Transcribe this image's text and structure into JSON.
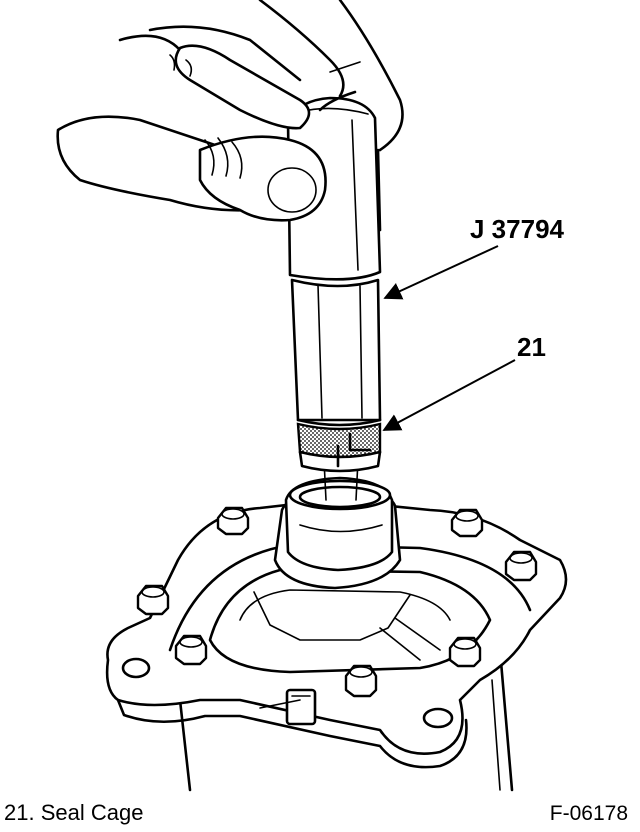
{
  "figure": {
    "tool_callout": "J 37794",
    "part_callout": "21",
    "legend": "21. Seal Cage",
    "figure_id": "F-06178"
  }
}
